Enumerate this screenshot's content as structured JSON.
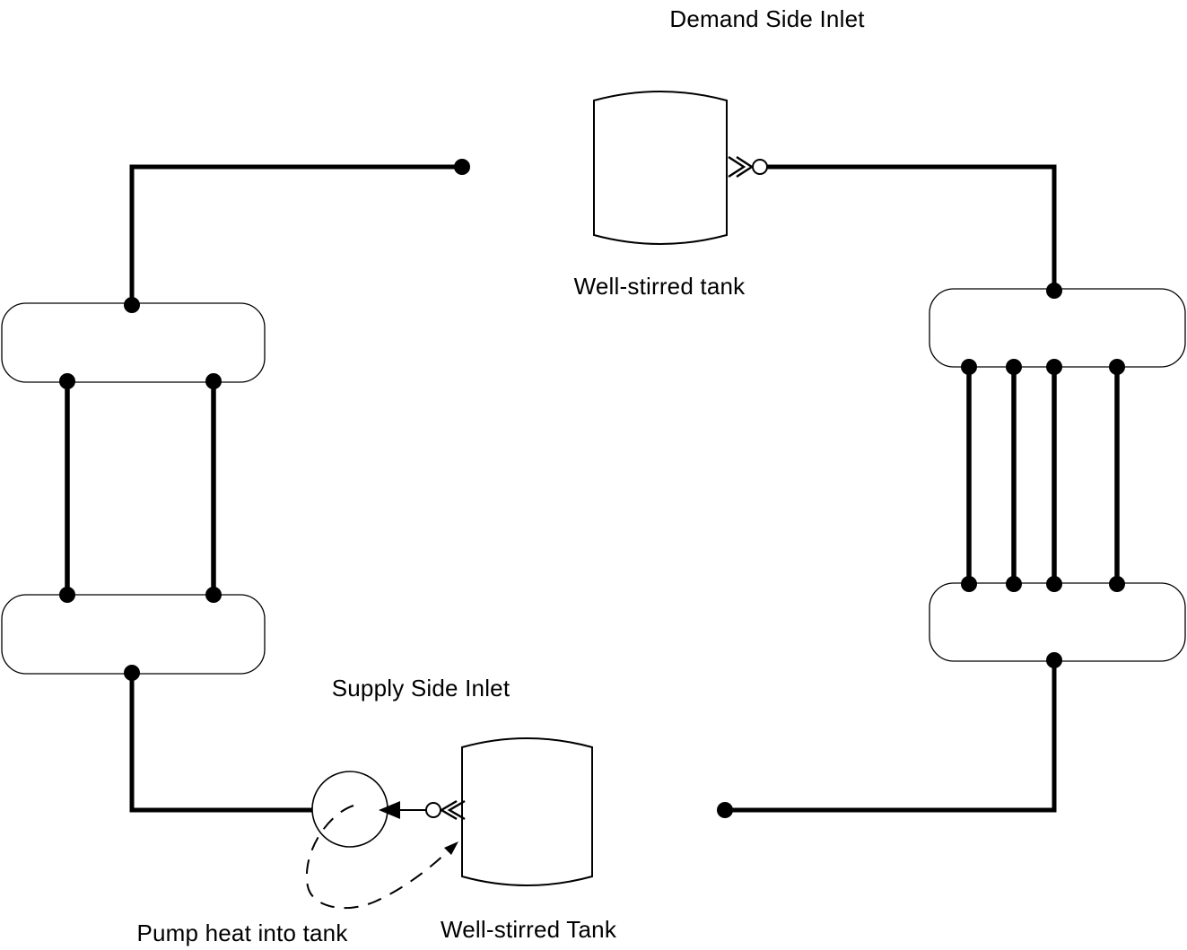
{
  "diagram": {
    "labels": {
      "demand_side_inlet": "Demand Side Inlet",
      "demand_tank": "Well-stirred tank",
      "supply_side_inlet": "Supply Side Inlet",
      "supply_tank": "Well-stirred Tank",
      "pump_annotation": "Pump heat into tank"
    },
    "colors": {
      "stroke": "#000000",
      "background": "#ffffff"
    }
  }
}
